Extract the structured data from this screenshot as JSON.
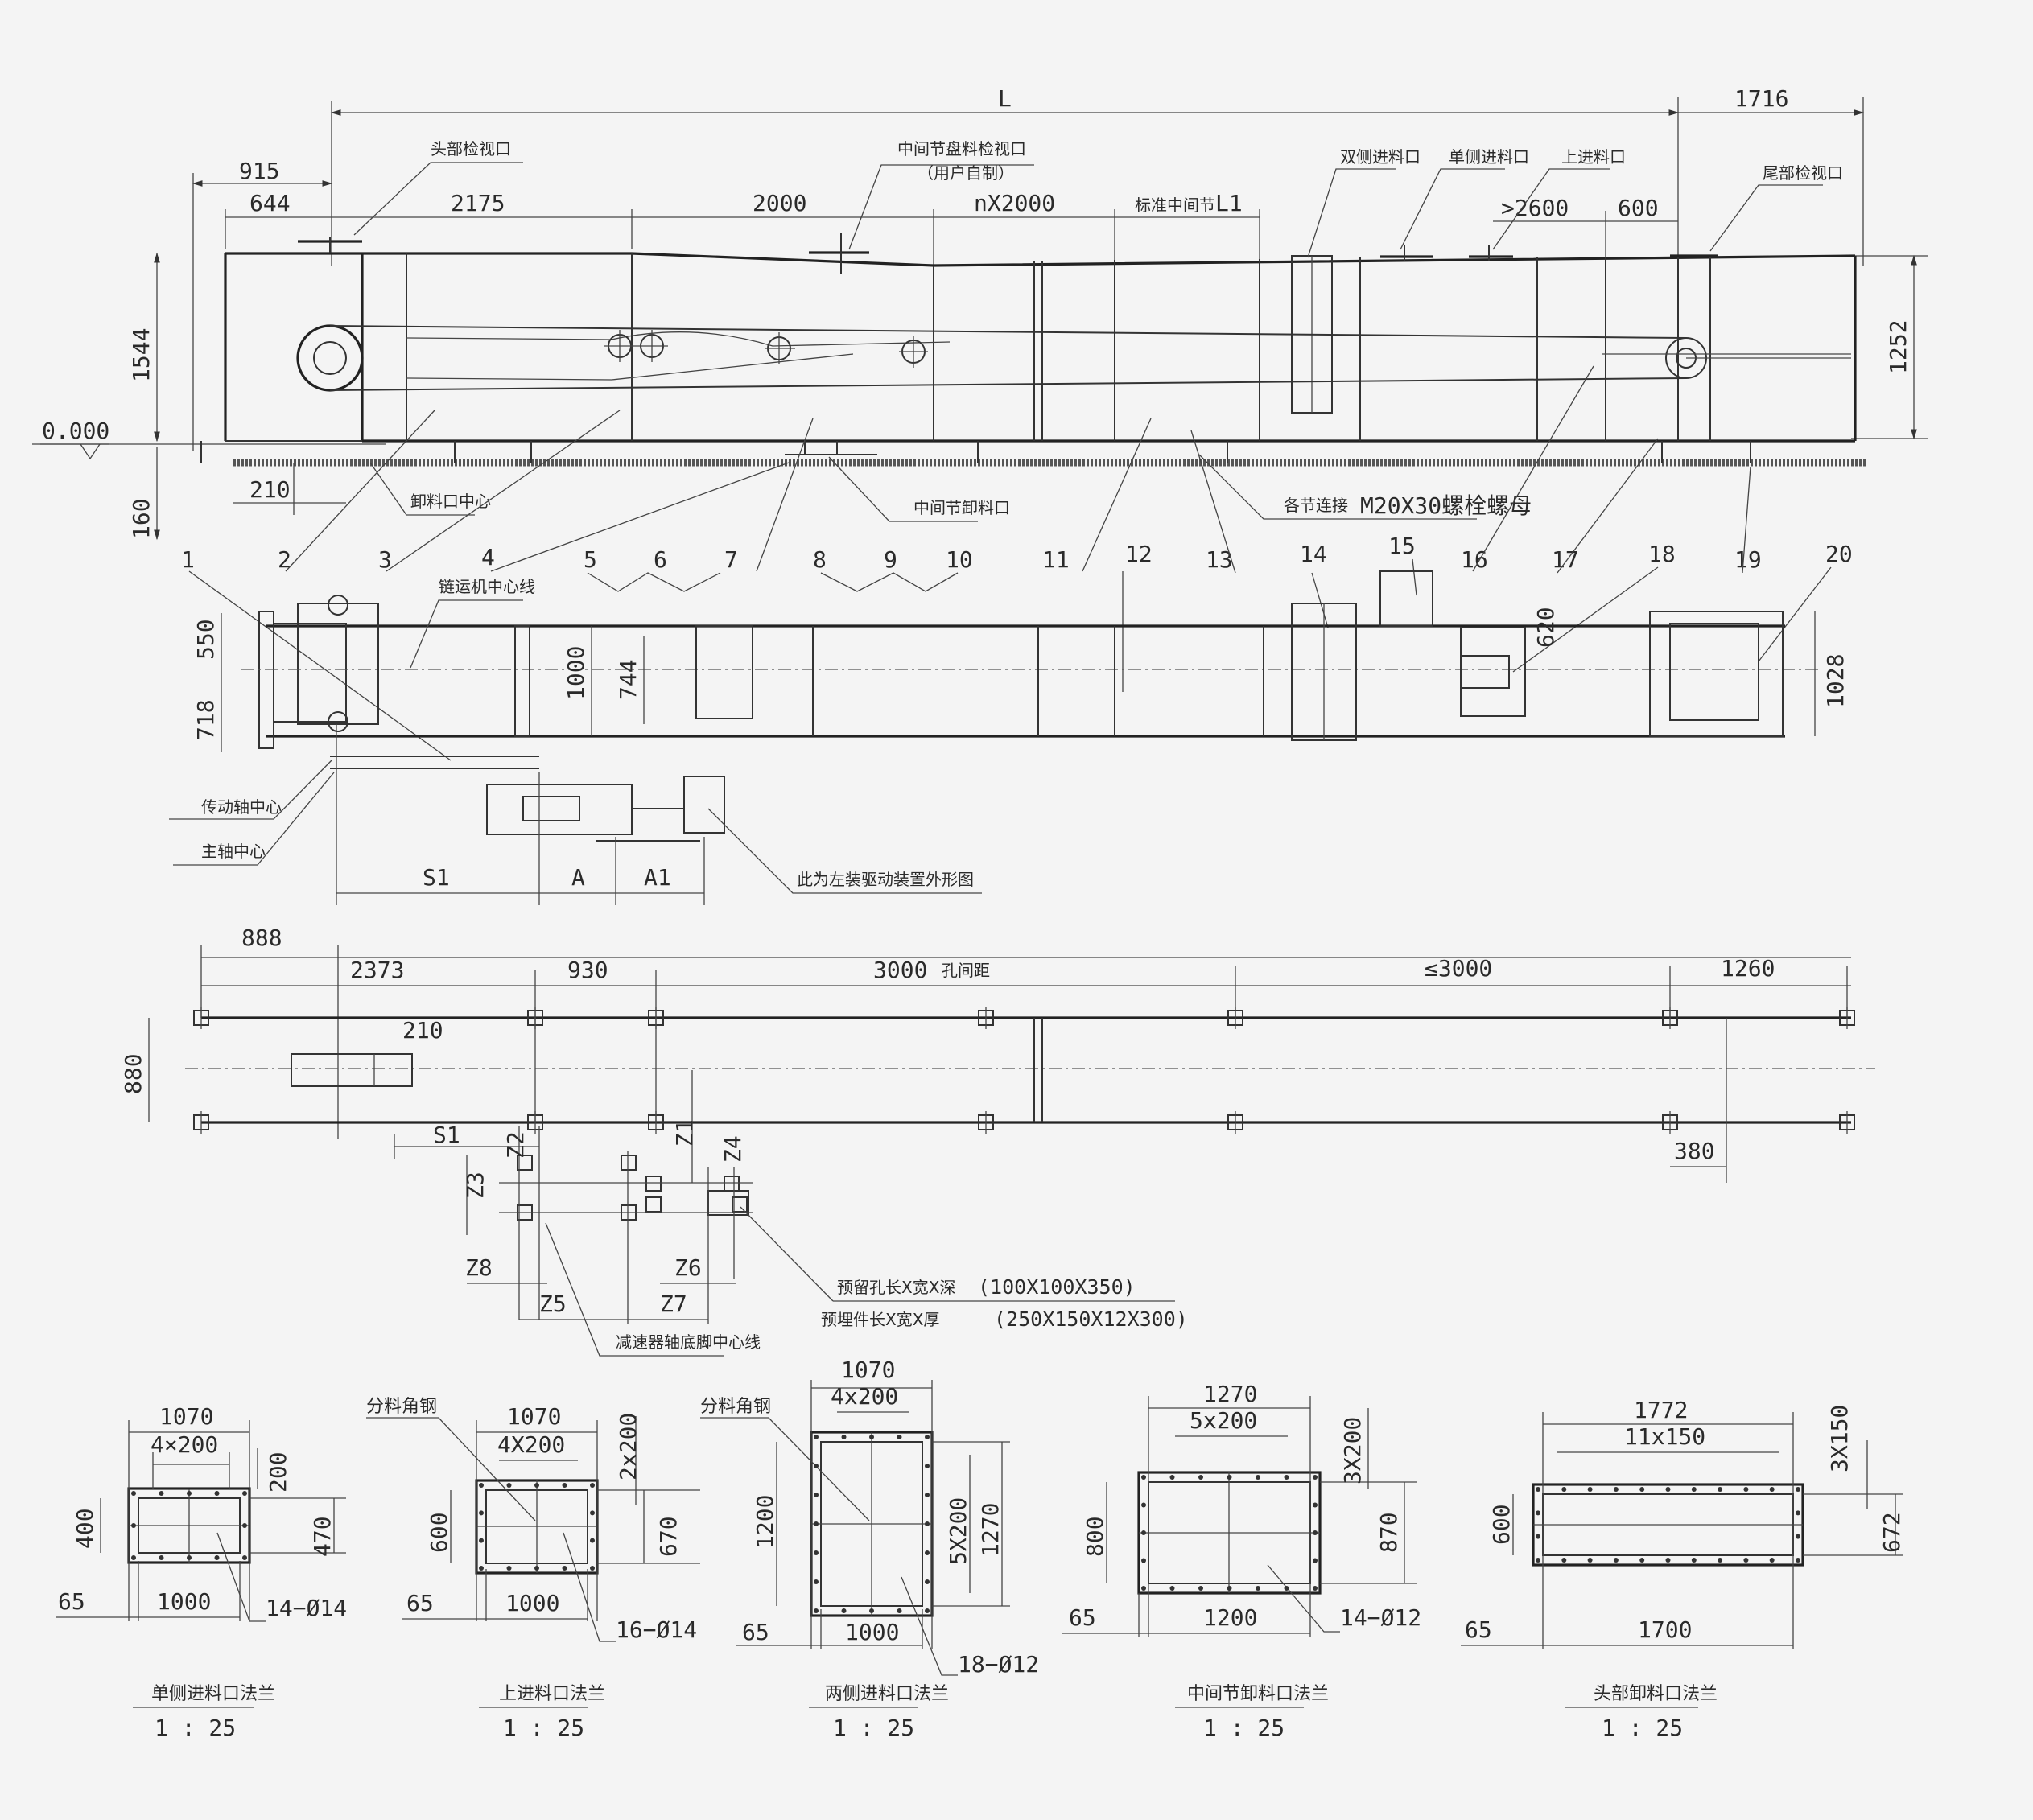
{
  "dims": {
    "L": "L",
    "d1716": "1716",
    "d915": "915",
    "d644": "644",
    "d2175": "2175",
    "d2000": "2000",
    "dnX2000": "nX2000",
    "dL1": "L1",
    "d2600": ">2600",
    "d600": "600",
    "d1544": "1544",
    "d1252": "1252",
    "d0000": "0.000",
    "d210": "210",
    "d160": "160",
    "d550": "550",
    "d718": "718",
    "d1000": "1000",
    "d744": "744",
    "d620": "620",
    "d1028": "1028",
    "S1": "S1",
    "A": "A",
    "A1": "A1",
    "p888": "888",
    "p2373": "2373",
    "p930": "930",
    "p3000": "3000",
    "p3000lbl": "孔间距",
    "ple3000": "≤3000",
    "p1260": "1260",
    "p210": "210",
    "p880": "880",
    "p380": "380",
    "pS1": "S1",
    "Z1": "Z1",
    "Z2": "Z2",
    "Z3": "Z3",
    "Z4": "Z4",
    "Z5": "Z5",
    "Z6": "Z6",
    "Z7": "Z7",
    "Z8": "Z8"
  },
  "callouts": [
    "1",
    "2",
    "3",
    "4",
    "5",
    "6",
    "7",
    "8",
    "9",
    "10",
    "11",
    "12",
    "13",
    "14",
    "15",
    "16",
    "17",
    "18",
    "19",
    "20"
  ],
  "labels": {
    "head_inspect": "头部检视口",
    "mid_feed": "中间节盘料检视口",
    "user_self": "（用户自制）",
    "standard_mid": "标准中间节",
    "double_side_feed": "双侧进料口",
    "single_side_feed": "单侧进料口",
    "top_feed": "上进料口",
    "tail_inspect": "尾部检视口",
    "discharge_center": "卸料口中心",
    "mid_discharge": "中间节卸料口",
    "section_bolt": "各节连接",
    "bolt_spec": "M20X30螺栓螺母",
    "chain_center": "链运机中心线",
    "drive_shaft_center": "传动轴中心",
    "main_shaft_center": "主轴中心",
    "drive_note": "此为左装驱动装置外形图",
    "embed_hole": "预留孔长X宽X深",
    "embed_hole_val": "(100X100X350)",
    "embed_plate": "预埋件长X宽X厚",
    "embed_plate_val": "(250X150X12X300)",
    "reducer_center": "减速器轴底脚中心线",
    "sep_angle1": "分料角钢",
    "sep_angle2": "分料角钢"
  },
  "flanges": [
    {
      "title": "单侧进料口法兰",
      "scale": "1 : 25",
      "w": "1070",
      "pitch": "4×200",
      "h1": "200",
      "h2": "400",
      "h3": "470",
      "edge": "65",
      "inner": "1000",
      "holes": "14−Ø14"
    },
    {
      "title": "上进料口法兰",
      "scale": "1 : 25",
      "w": "1070",
      "pitch": "4X200",
      "h1": "2x200",
      "h2": "600",
      "h3": "670",
      "edge": "65",
      "inner": "1000",
      "holes": "16−Ø14"
    },
    {
      "title": "两侧进料口法兰",
      "scale": "1 : 25",
      "w": "1070",
      "pitch": "4x200",
      "h1": "5X200",
      "h2": "1200",
      "h3": "1270",
      "edge": "65",
      "inner": "1000",
      "holes": "18−Ø12"
    },
    {
      "title": "中间节卸料口法兰",
      "scale": "1 : 25",
      "w": "1270",
      "pitch": "5x200",
      "h1": "3X200",
      "h2": "800",
      "h3": "870",
      "edge": "65",
      "inner": "1200",
      "holes": "14−Ø12"
    },
    {
      "title": "头部卸料口法兰",
      "scale": "1 : 25",
      "w": "1772",
      "pitch": "11x150",
      "h1": "3X150",
      "h2": "600",
      "h3": "672",
      "edge": "65",
      "inner": "1700",
      "holes": ""
    }
  ],
  "colors": {
    "line": "#333333",
    "paper": "#f4f4f4"
  }
}
